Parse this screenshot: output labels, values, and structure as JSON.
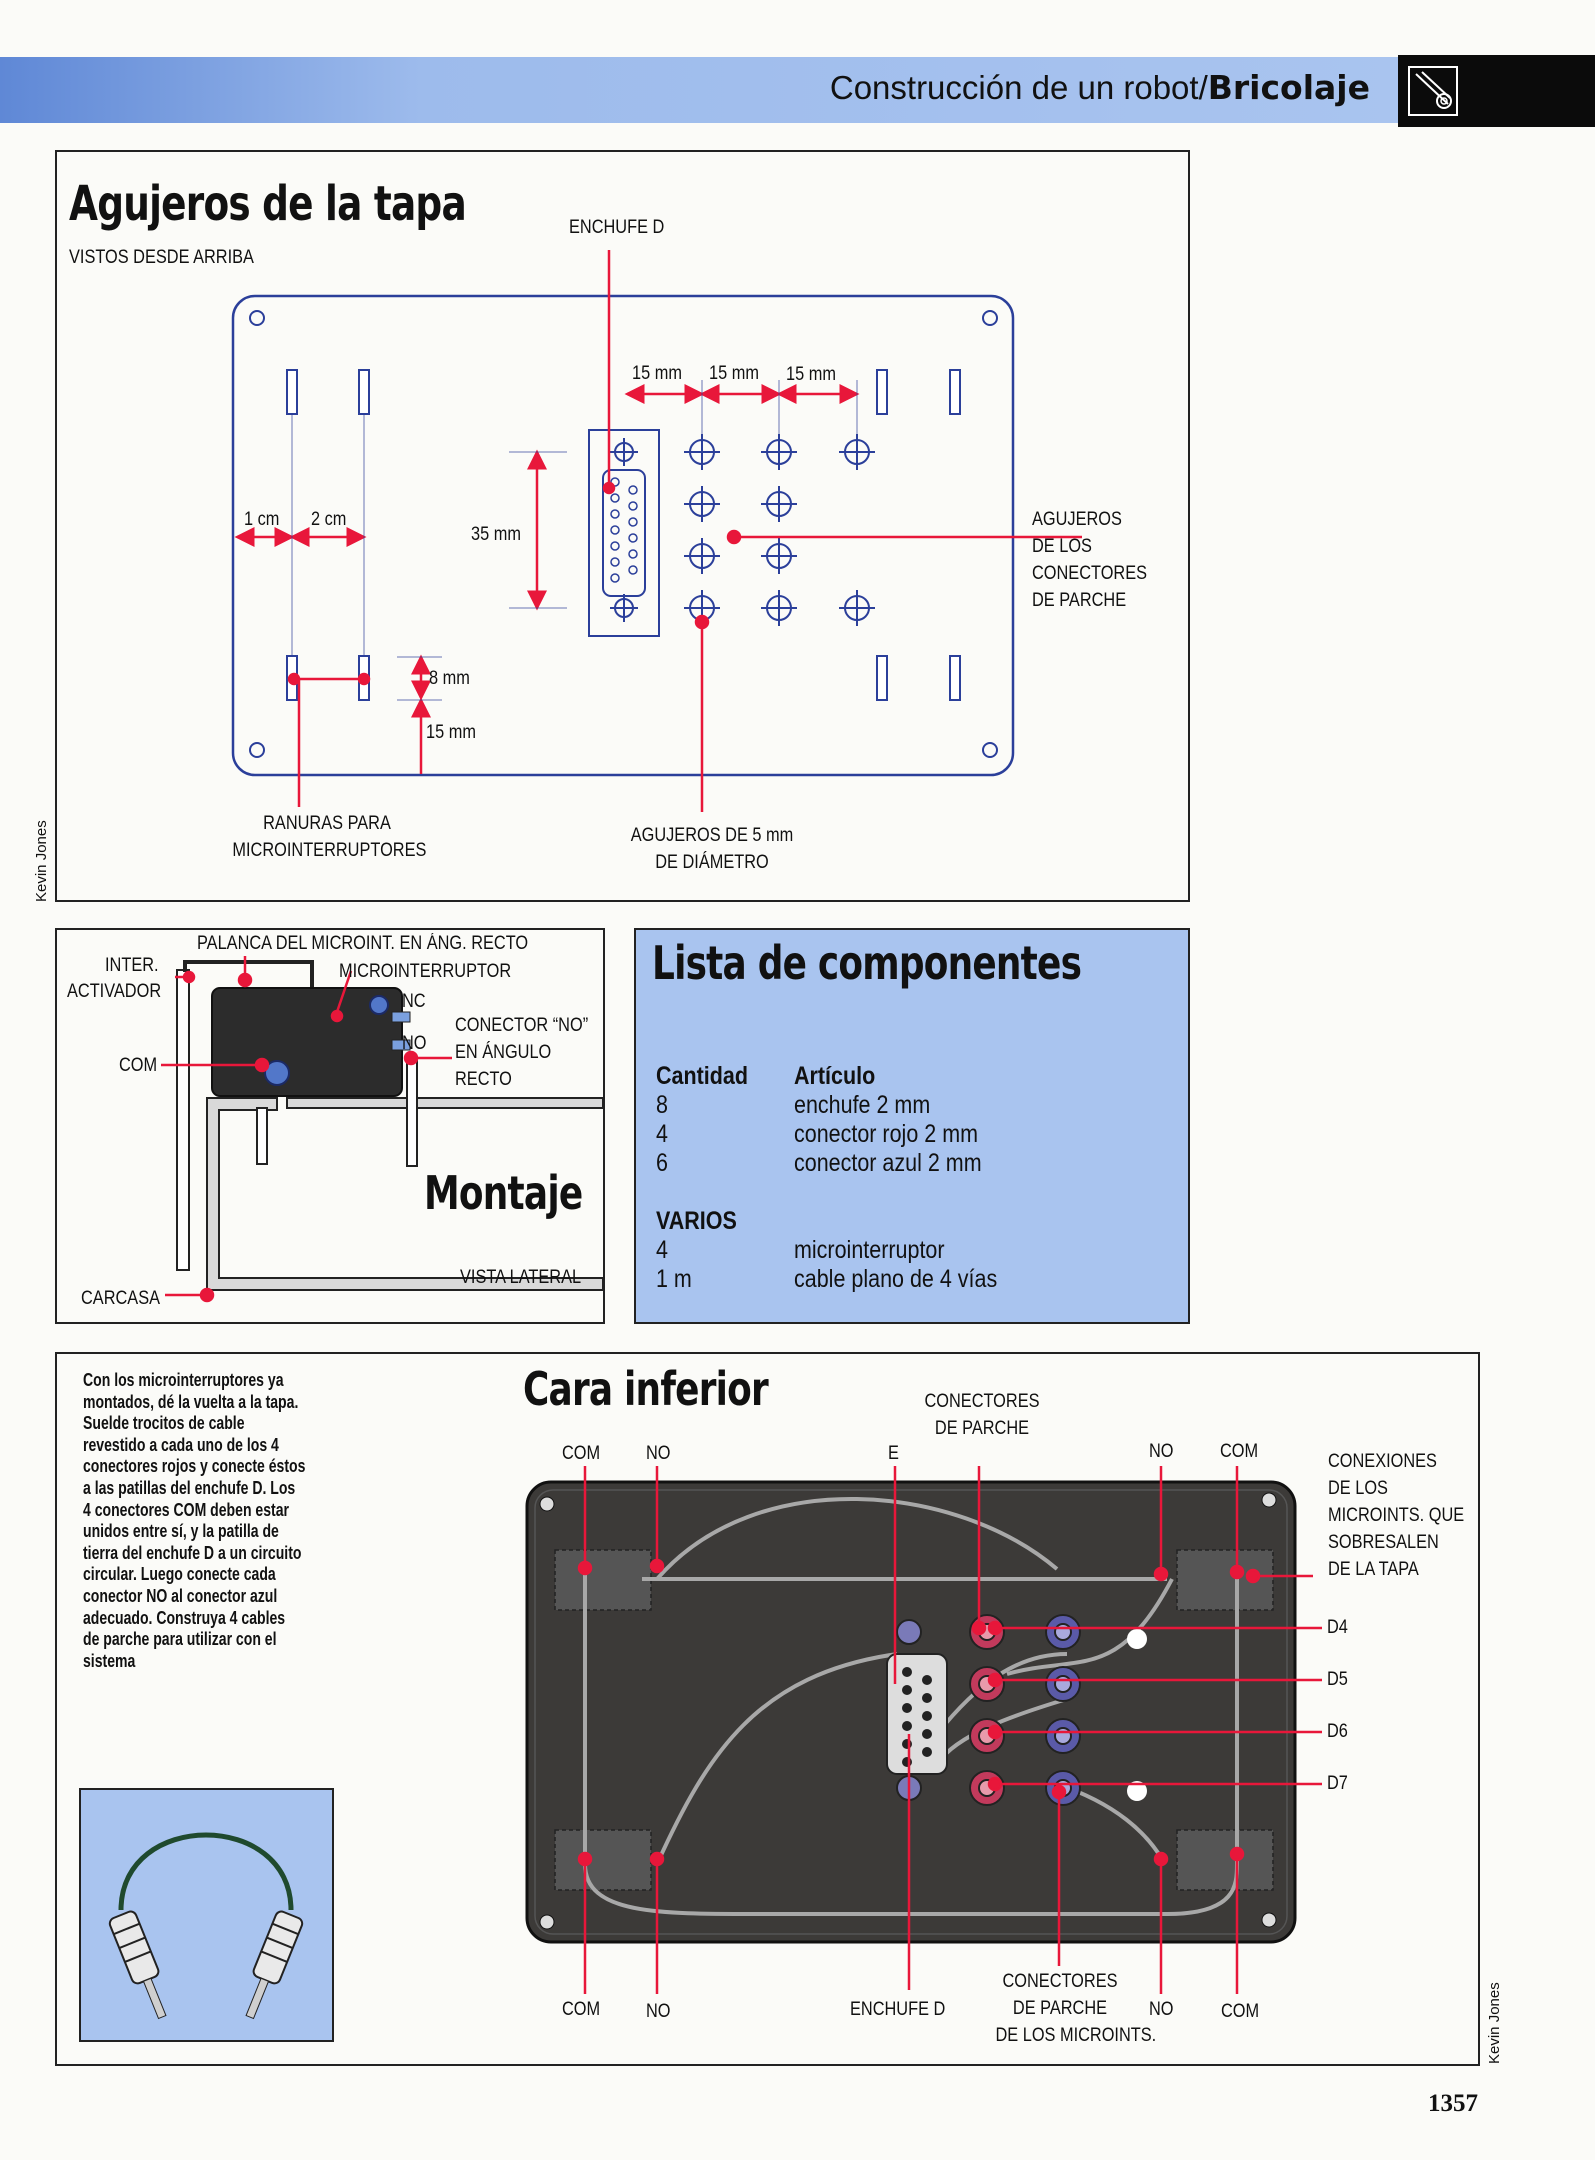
{
  "header": {
    "section": "Construcción de un robot/",
    "section_bold": "Bricolaje"
  },
  "tapa": {
    "title": "Agujeros de la tapa",
    "subtitle": "VISTOS DESDE ARRIBA",
    "enchufe_d": "ENCHUFE D",
    "dim_15_a": "15 mm",
    "dim_15_b": "15 mm",
    "dim_15_c": "15 mm",
    "dim_1cm": "1 cm",
    "dim_2cm": "2 cm",
    "dim_35mm": "35 mm",
    "dim_8mm": "8 mm",
    "dim_15mm_v": "15 mm",
    "agujeros_conectores": [
      "AGUJEROS",
      "DE LOS",
      "CONECTORES",
      "DE PARCHE"
    ],
    "ranuras": [
      "RANURAS PARA",
      "MICROINTERRUPTORES"
    ],
    "agujeros_5mm": [
      "AGUJEROS DE 5 mm",
      "DE DIÁMETRO"
    ],
    "credit": "Kevin Jones"
  },
  "montaje": {
    "title": "Montaje",
    "palanca": "PALANCA DEL MICROINT. EN ÁNG. RECTO",
    "inter": "INTER.",
    "activador": "ACTIVADOR",
    "microinterruptor": "MICROINTERRUPTOR",
    "nc": "NC",
    "no": "NO",
    "com": "COM",
    "conector_no": [
      "CONECTOR “NO”",
      "EN ÁNGULO",
      "RECTO"
    ],
    "carcasa": "CARCASA",
    "vista_lateral": "VISTA LATERAL"
  },
  "componentes": {
    "title": "Lista de componentes",
    "col_cantidad": "Cantidad",
    "col_articulo": "Artículo",
    "rows": [
      {
        "qty": "8",
        "item": "enchufe 2 mm"
      },
      {
        "qty": "4",
        "item": "conector rojo 2 mm"
      },
      {
        "qty": "6",
        "item": "conector azul 2 mm"
      }
    ],
    "varios": "VARIOS",
    "rows2": [
      {
        "qty": "4",
        "item": "microinterruptor"
      },
      {
        "qty": "1 m",
        "item": "cable plano de 4 vías"
      }
    ]
  },
  "cara_inferior": {
    "title": "Cara inferior",
    "instructions": [
      "Con los microinterruptores ya",
      "montados, dé la vuelta a la tapa.",
      "Suelde trocitos de cable",
      "revestido a cada uno de los 4",
      "conectores rojos y conecte éstos",
      "a las patillas del enchufe D. Los",
      "4 conectores COM deben estar",
      "unidos entre sí, y la patilla de",
      "tierra del enchufe D a un circuito",
      "circular. Luego conecte cada",
      "conector NO al conector azul",
      "adecuado. Construya 4 cables",
      "de parche para utilizar con el",
      "sistema"
    ],
    "com": "COM",
    "no": "NO",
    "e": "E",
    "conectores_parche": [
      "CONECTORES",
      "DE PARCHE"
    ],
    "conexiones": [
      "CONEXIONES",
      "DE LOS",
      "MICROINTS. QUE",
      "SOBRESALEN",
      "DE LA TAPA"
    ],
    "d4": "D4",
    "d5": "D5",
    "d6": "D6",
    "d7": "D7",
    "enchufe_d": "ENCHUFE D",
    "conectores_micro": [
      "CONECTORES",
      "DE PARCHE",
      "DE LOS MICROINTS."
    ],
    "credit": "Kevin Jones"
  },
  "page_number": "1357",
  "colors": {
    "header_blue": "#9dbbec",
    "panel_blue": "#a9c4ef",
    "line_red": "#e8173a",
    "diagram_blue": "#2b3f9a",
    "plate_dark": "#3c3a38"
  }
}
